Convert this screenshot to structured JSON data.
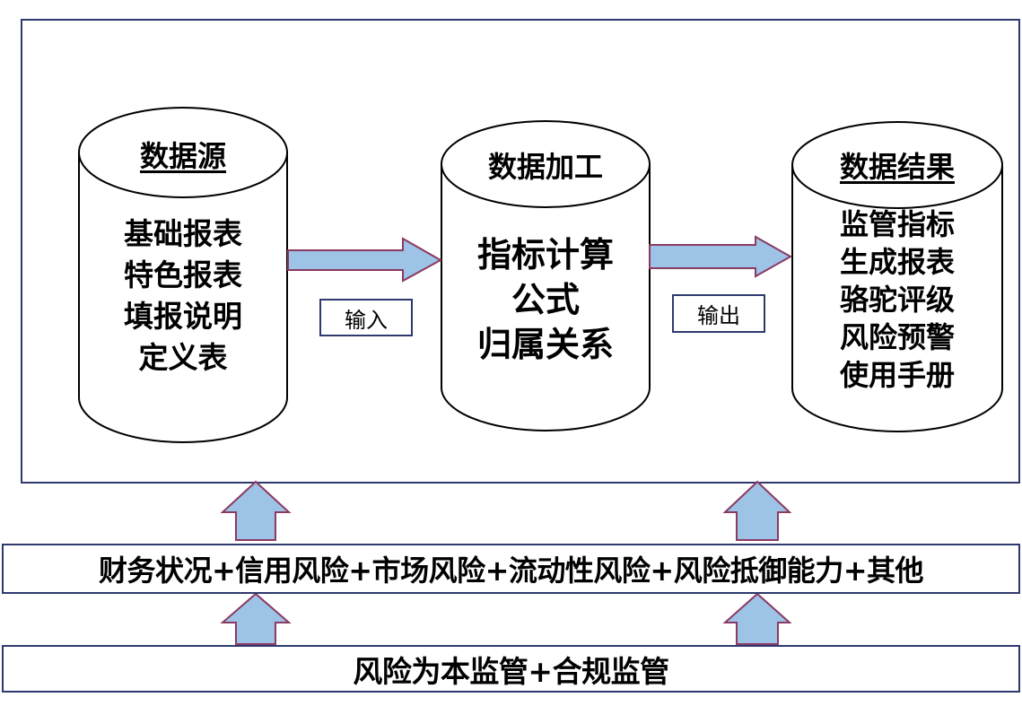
{
  "cylinders": [
    {
      "title": "数据源",
      "items": [
        "基础报表",
        "特色报表",
        "填报说明",
        "定义表"
      ]
    },
    {
      "title": "数据加工",
      "items": [
        "指标计算",
        "公式",
        "归属关系"
      ]
    },
    {
      "title": "数据结果",
      "items": [
        "监管指标",
        "生成报表",
        "骆驼评级",
        "风险预警",
        "使用手册"
      ]
    }
  ],
  "arrow_labels": {
    "input": "输入",
    "output": "输出"
  },
  "layers": {
    "risk_categories": "财务状况+信用风险+市场风险+流动性风险+风险抵御能力+其他",
    "supervision": "风险为本监管+合规监管"
  },
  "colors": {
    "arrow_fill": "#9DC3E6",
    "arrow_stroke": "#8B3A62",
    "box_stroke": "#2E3A6E",
    "cylinder_stroke": "#000000"
  }
}
